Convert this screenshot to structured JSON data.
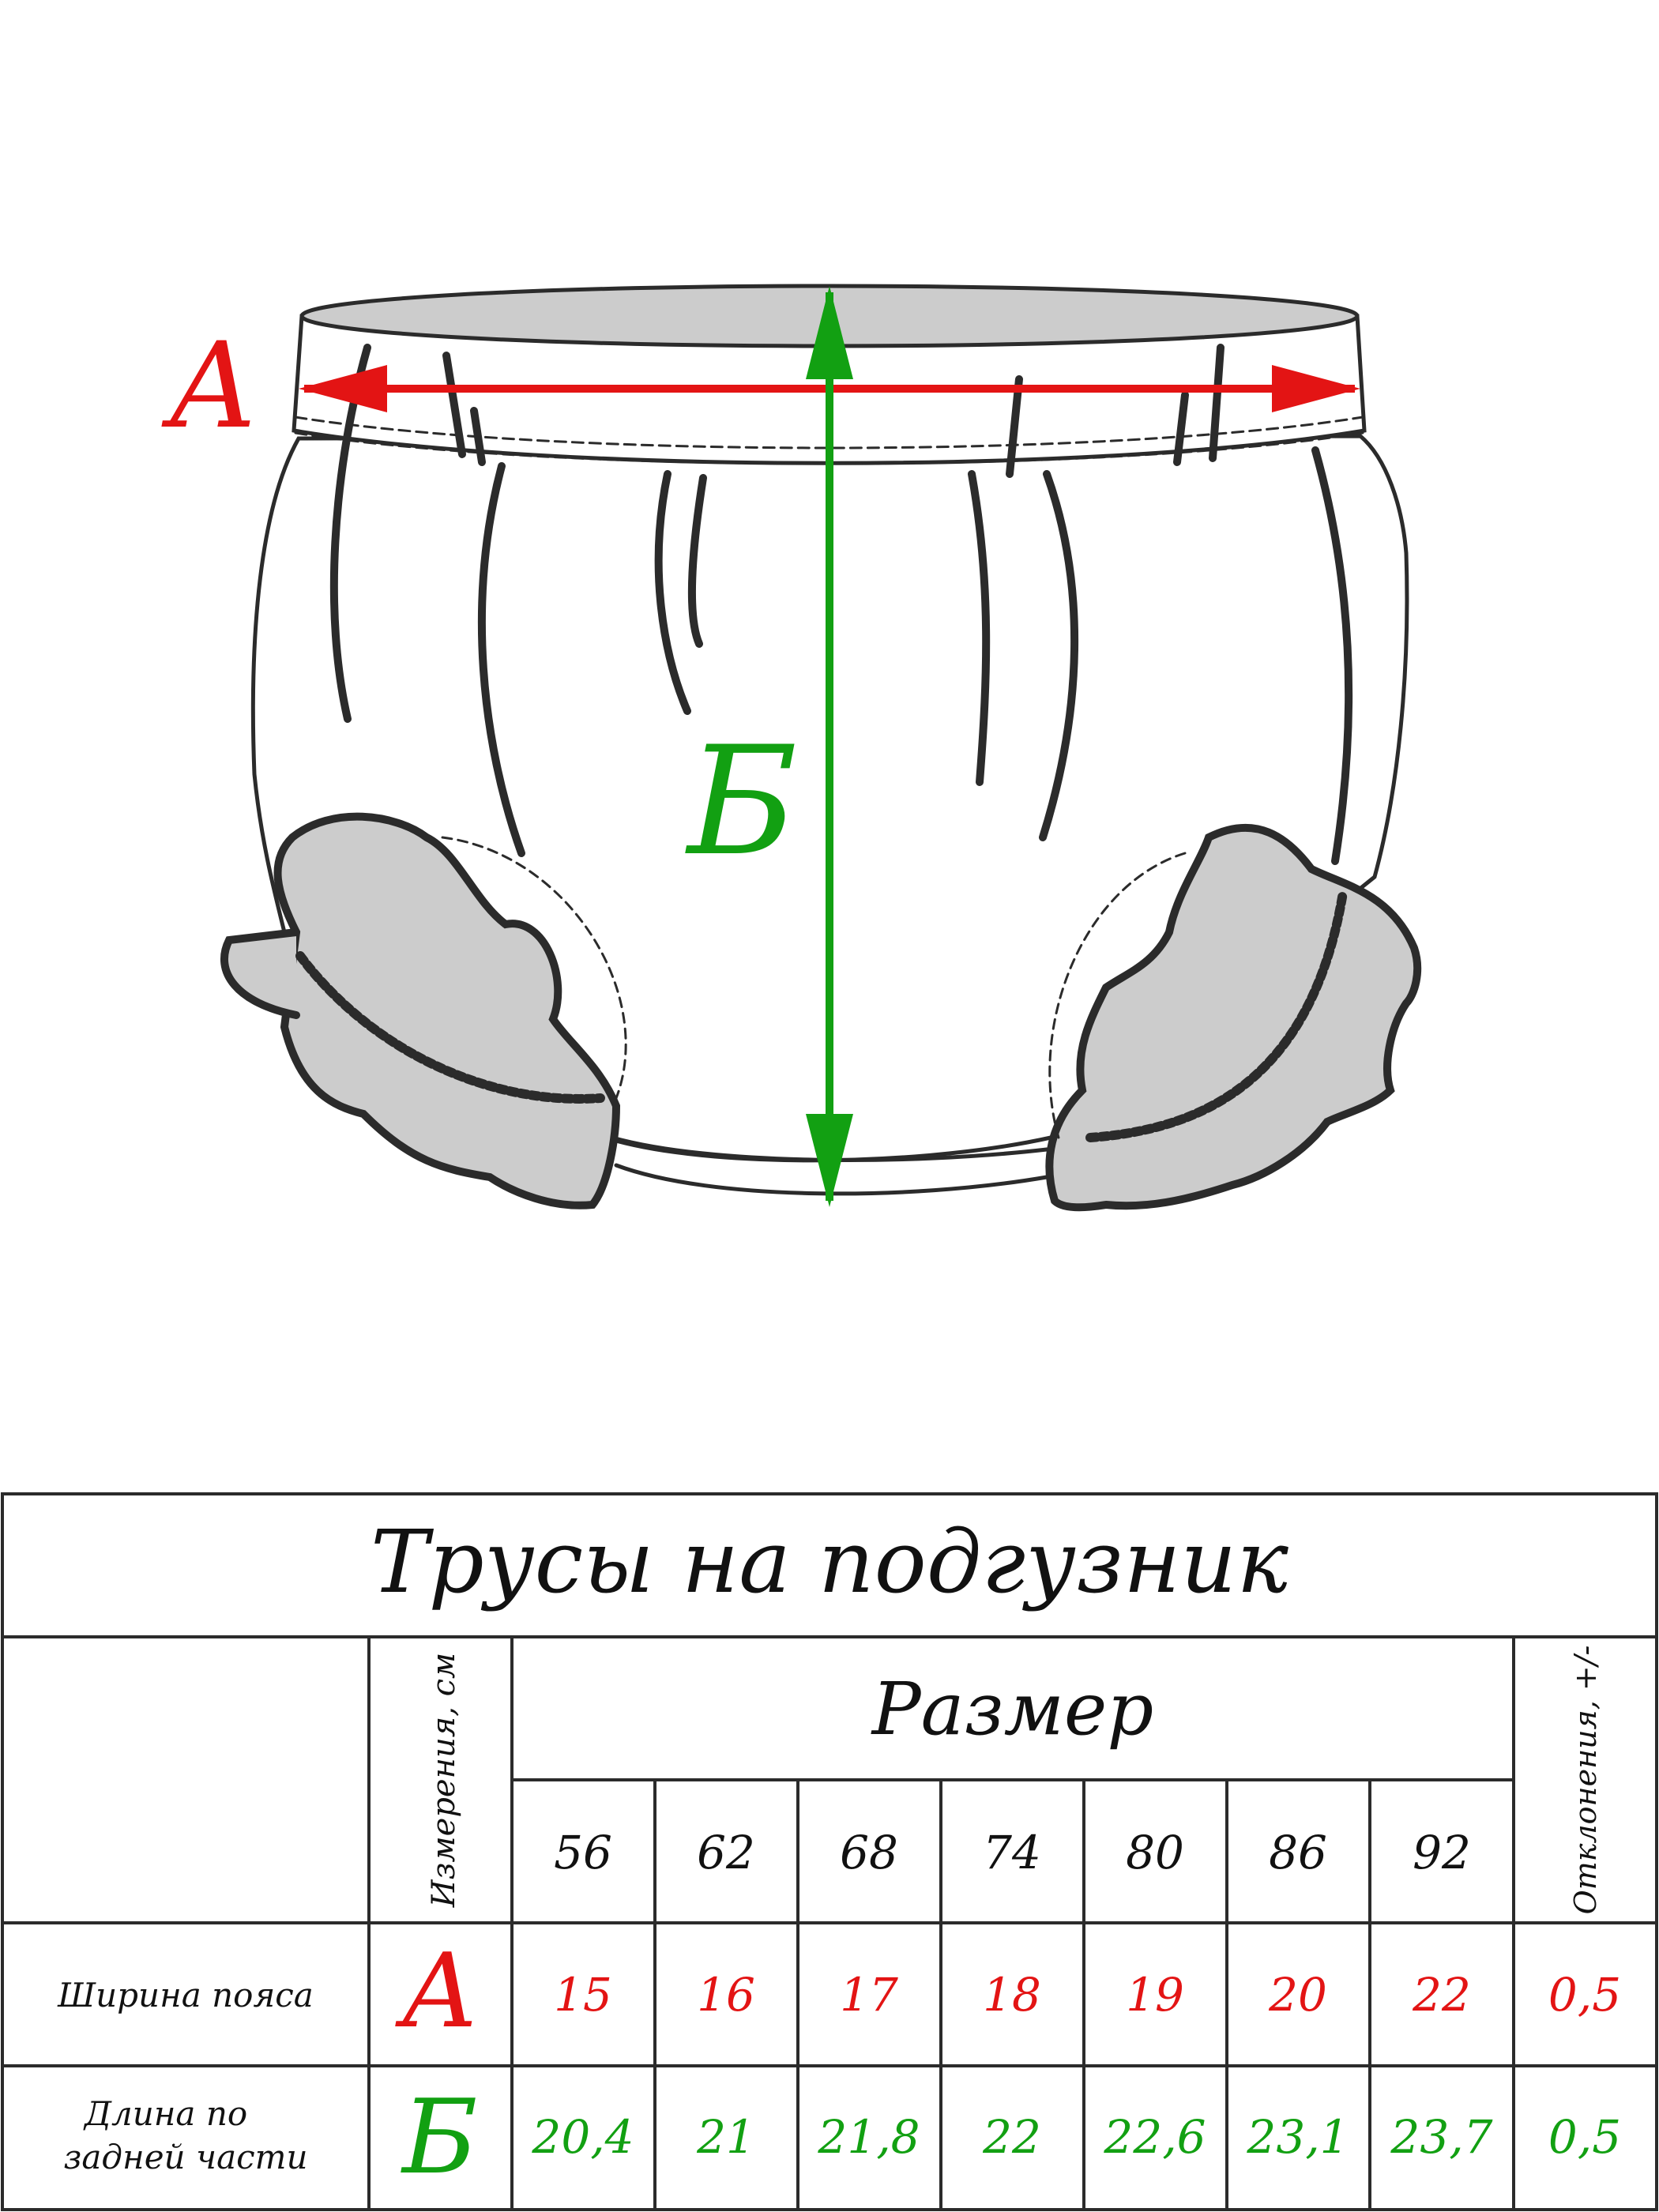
{
  "labels": {
    "a": "А",
    "b": "Б"
  },
  "colors": {
    "a": "#e31414",
    "b": "#12a012",
    "outline": "#2b2b2b",
    "fill_gray": "#cccccc"
  },
  "table": {
    "title": "Трусы на подгузник",
    "measurements_header": "Измерения, см",
    "size_header": "Размер",
    "tolerance_header": "Отклонения, +/-",
    "sizes": [
      "56",
      "62",
      "68",
      "74",
      "80",
      "86",
      "92"
    ],
    "rows": [
      {
        "name": "Ширина пояса",
        "symbol": "А",
        "values": [
          "15",
          "16",
          "17",
          "18",
          "19",
          "20",
          "22"
        ],
        "tolerance": "0,5"
      },
      {
        "name_line1": "Длина по",
        "name_line2": "задней части",
        "symbol": "Б",
        "values": [
          "20,4",
          "21",
          "21,8",
          "22",
          "22,6",
          "23,1",
          "23,7"
        ],
        "tolerance": "0,5"
      }
    ]
  }
}
